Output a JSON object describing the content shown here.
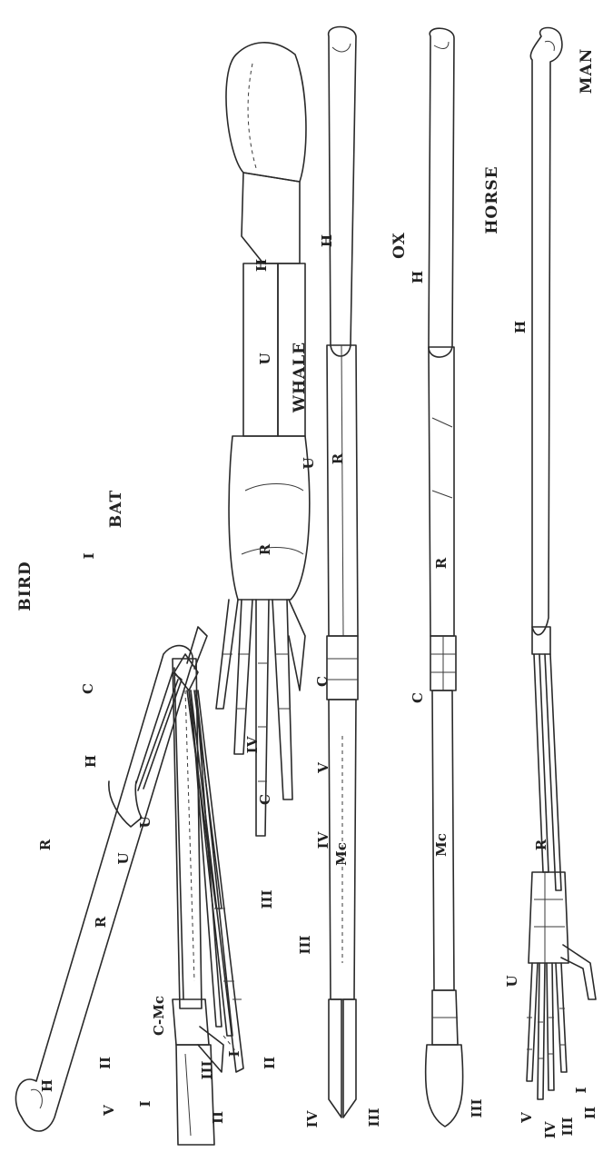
{
  "columns": {
    "man": "MAN",
    "horse": "HORSE",
    "ox": "OX",
    "whale": "WHALE",
    "bat": "BAT",
    "bird": "BIRD"
  },
  "labels": {
    "man": {
      "h": "H",
      "r": "R",
      "u": "U",
      "d1": "I",
      "d2": "II",
      "d3": "III",
      "d4": "IV",
      "d5": "V"
    },
    "horse": {
      "h": "H",
      "r": "R",
      "c": "C",
      "mc": "Mc",
      "d3": "III"
    },
    "ox": {
      "h": "H",
      "u": "U",
      "r": "R",
      "c": "C",
      "mc": "Mc",
      "d3": "III",
      "d4": "IV"
    },
    "whale": {
      "h": "H",
      "u": "U",
      "r": "R",
      "c": "C",
      "d1": "I",
      "d2": "II",
      "d3": "III",
      "d4": "IV",
      "d5": "V"
    },
    "bat": {
      "d1": "I",
      "c": "C",
      "u": "U",
      "r": "R",
      "h": "H",
      "d2": "II",
      "d3": "III",
      "d4": "IV",
      "d5": "V"
    },
    "bird": {
      "h": "H",
      "r": "R",
      "u": "U",
      "cmc": "C-Mc",
      "d1": "I",
      "d2": "II",
      "d3": "III"
    }
  }
}
